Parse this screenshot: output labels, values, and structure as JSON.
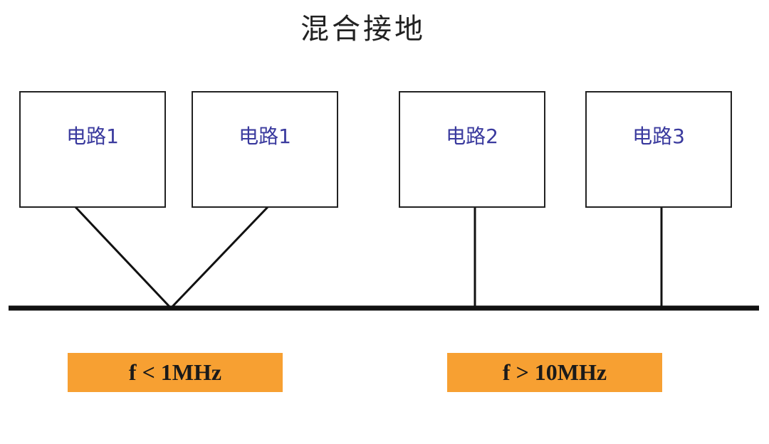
{
  "title": "混合接地",
  "circuits": [
    {
      "label": "电路1"
    },
    {
      "label": "电路1"
    },
    {
      "label": "电路2"
    },
    {
      "label": "电路3"
    }
  ],
  "frequency_labels": [
    {
      "label": "f < 1MHz"
    },
    {
      "label": "f > 10MHz"
    }
  ],
  "colors": {
    "box_text": "#3a3a9e",
    "freq_bg": "#f7a032",
    "line": "#111111"
  }
}
